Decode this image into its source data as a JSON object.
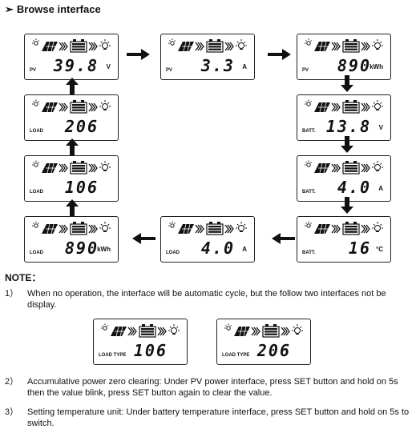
{
  "heading": "Browse interface",
  "screens": [
    {
      "tag": "PV",
      "value": "39.8",
      "unit": "V"
    },
    {
      "tag": "PV",
      "value": "3.3",
      "unit": "A"
    },
    {
      "tag": "PV",
      "value": "890",
      "unit": "kWh"
    },
    {
      "tag": "BATT.",
      "value": "13.8",
      "unit": "V"
    },
    {
      "tag": "BATT.",
      "value": "4.0",
      "unit": "A"
    },
    {
      "tag": "BATT.",
      "value": "16",
      "unit": "°C"
    },
    {
      "tag": "LOAD",
      "value": "4.0",
      "unit": "A"
    },
    {
      "tag": "LOAD",
      "value": "890",
      "unit": "kWh"
    },
    {
      "tag": "LOAD",
      "value": "106",
      "unit": ""
    },
    {
      "tag": "LOAD",
      "value": "206",
      "unit": ""
    },
    {
      "tag": "LOAD TYPE",
      "value": "106",
      "unit": ""
    },
    {
      "tag": "LOAD TYPE",
      "value": "206",
      "unit": ""
    }
  ],
  "note_title": "NOTE：",
  "notes": [
    {
      "num": "1）",
      "text": "When no operation, the interface will be automatic cycle, but the follow two interfaces not be display."
    },
    {
      "num": "2）",
      "text": "Accumulative power zero clearing: Under PV power interface, press SET button and hold on 5s then the value blink, press SET button again to clear the value."
    },
    {
      "num": "3）",
      "text": "Setting temperature unit: Under battery temperature interface, press SET button and hold on 5s to switch."
    }
  ]
}
